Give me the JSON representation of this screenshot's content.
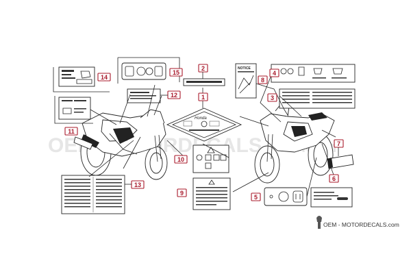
{
  "watermark": {
    "text": "OEM-MOTORDECALS",
    "suffix": ".com"
  },
  "logo": {
    "text": "OEM - MOTORDECALS.com"
  },
  "callouts": {
    "c1": "1",
    "c2": "2",
    "c3": "3",
    "c4": "4",
    "c5": "5",
    "c6": "6",
    "c7": "7",
    "c8": "8",
    "c9": "9",
    "c10": "10",
    "c11": "11",
    "c12": "12",
    "c13": "13",
    "c14": "14",
    "c15": "15"
  },
  "label_text": {
    "notice": "NOTICE"
  },
  "colors": {
    "callout": "#a8182a",
    "line": "#222222",
    "watermark": "#e6e6e6"
  }
}
